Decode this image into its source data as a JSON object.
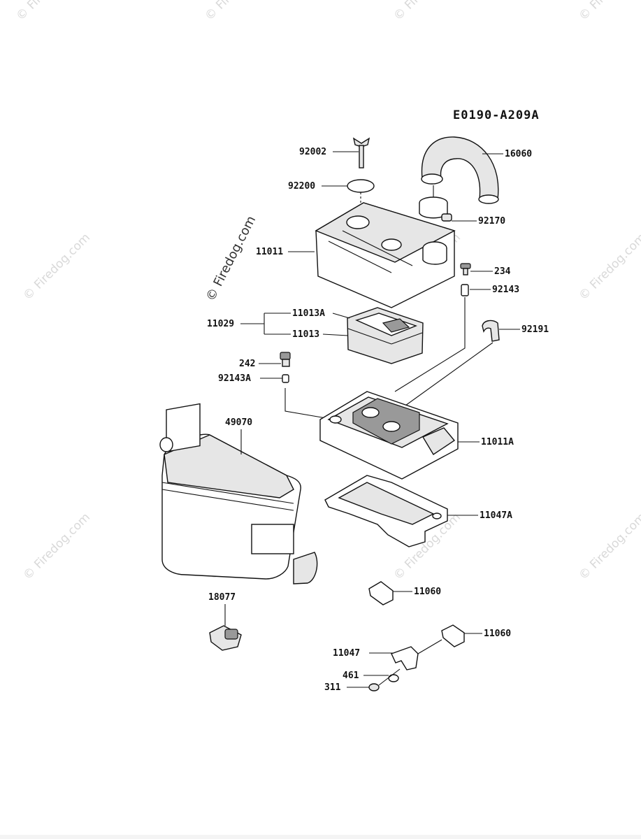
{
  "diagram_code": "E0190-A209A",
  "watermark_text": "© Firedog.com",
  "callouts": {
    "c92002": "92002",
    "c16060": "16060",
    "c92200": "92200",
    "c92170": "92170",
    "c11011": "11011",
    "c234": "234",
    "c92143": "92143",
    "c11029": "11029",
    "c11013A": "11013A",
    "c11013": "11013",
    "c92191": "92191",
    "c242": "242",
    "c92143A": "92143A",
    "c49070": "49070",
    "c11011A": "11011A",
    "c11047A": "11047A",
    "c11060a": "11060",
    "c18077": "18077",
    "c11060b": "11060",
    "c11047": "11047",
    "c461": "461",
    "c311": "311"
  }
}
